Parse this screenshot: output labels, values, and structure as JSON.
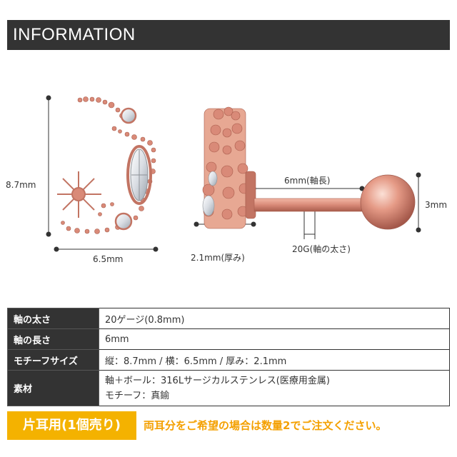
{
  "header": {
    "title": "INFORMATION"
  },
  "dimensions": {
    "height": "8.7mm",
    "width": "6.5mm",
    "thickness": "2.1mm(厚み)",
    "shaft_length": "6mm(軸長)",
    "gauge": "20G(軸の太さ)",
    "ball": "3mm"
  },
  "spec_table": {
    "rows": [
      {
        "key": "軸の太さ",
        "value": "20ゲージ(0.8mm)"
      },
      {
        "key": "軸の長さ",
        "value": "6mm"
      },
      {
        "key": "モチーフサイズ",
        "value": "縦：8.7mm / 横：6.5mm / 厚み：2.1mm"
      },
      {
        "key": "素材",
        "value_line1": "軸＋ボール：316Lサージカルステンレス(医療用金属)",
        "value_line2": "モチーフ：真鍮"
      }
    ]
  },
  "footer": {
    "badge": "片耳用(1個売り)",
    "notice": "両耳分をご希望の場合は数量2でご注文ください。"
  },
  "colors": {
    "header_bg": "#333333",
    "badge_bg": "#f4b200",
    "notice_text": "#f4a000",
    "rose_gold": "#d98a78"
  }
}
